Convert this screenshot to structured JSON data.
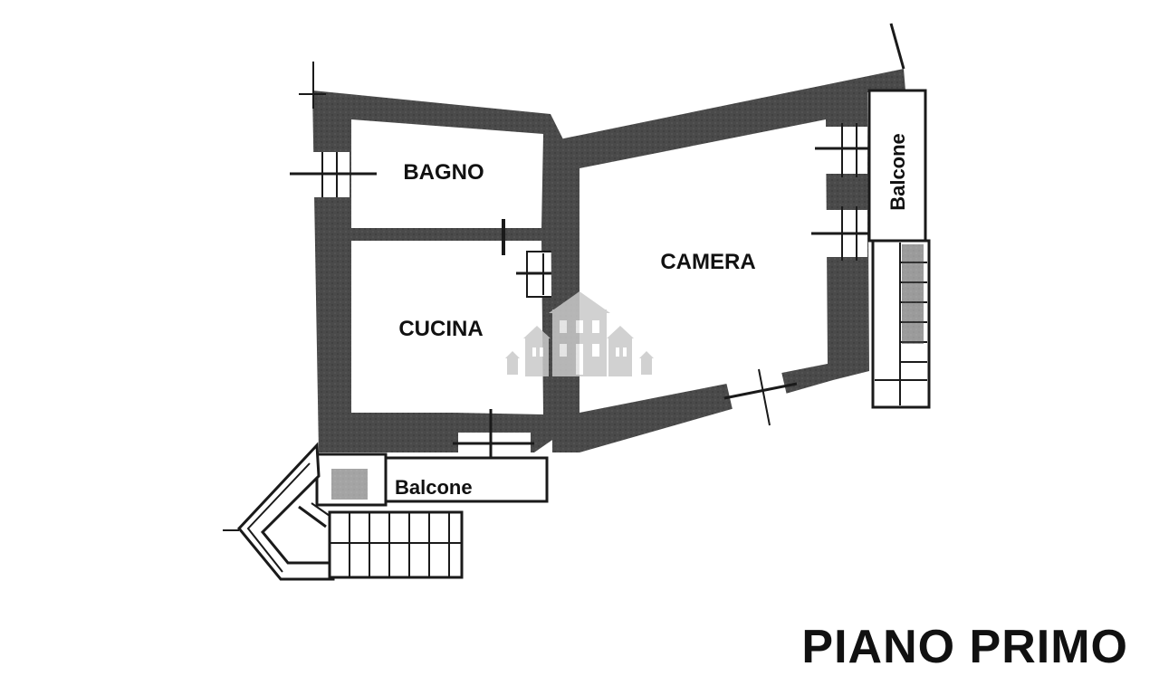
{
  "plan": {
    "rooms": {
      "bagno": "BAGNO",
      "cucina": "CUCINA",
      "camera": "CAMERA",
      "balcone_bottom": "Balcone",
      "balcone_right": "Balcone"
    },
    "floor_title": "PIANO PRIMO",
    "watermark": "building-watermark-icon"
  },
  "colors": {
    "wall": "#4a4a4a",
    "line": "#1a1a1a",
    "background": "#ffffff",
    "watermark": "#c9c9c9"
  }
}
